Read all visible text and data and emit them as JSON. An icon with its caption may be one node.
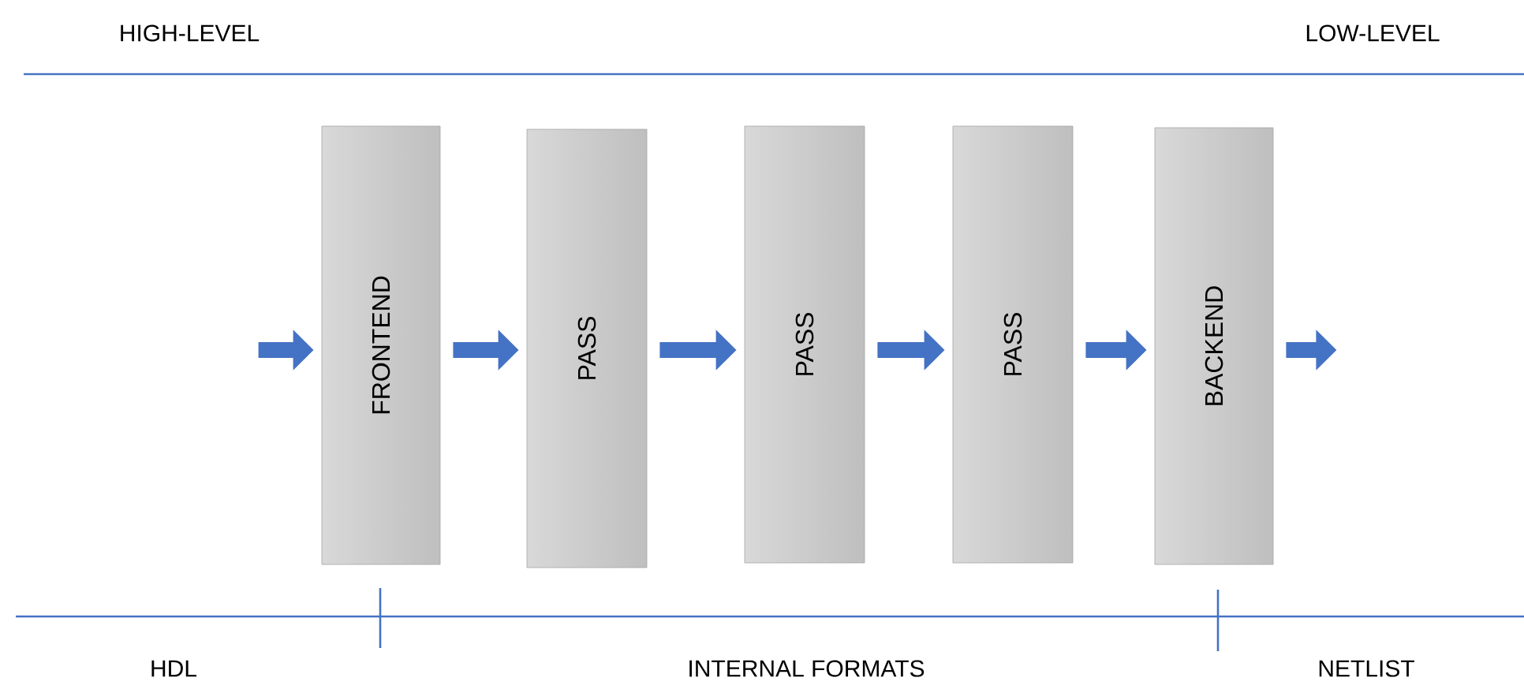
{
  "diagram": {
    "nodes": [
      {
        "text": [
          "FRONTEND"
        ]
      },
      {
        "text": [
          "PASS"
        ]
      },
      {
        "text": [
          "PASS"
        ]
      },
      {
        "text": [
          "PASS"
        ]
      },
      {
        "text": [
          "BACKEND"
        ]
      }
    ],
    "edges": [
      {
        "from": null,
        "to": 0,
        "arrow": "to"
      },
      {
        "from": 0,
        "to": 1,
        "arrow": "to"
      },
      {
        "from": 1,
        "to": 2,
        "arrow": "to"
      },
      {
        "from": 2,
        "to": 3,
        "arrow": "to"
      },
      {
        "from": 3,
        "to": 4,
        "arrow": "to"
      },
      {
        "from": 4,
        "to": null,
        "arrow": "to"
      }
    ],
    "labels": [
      "HIGH-LEVEL",
      "LOW-LEVEL",
      "HDL",
      "INTERNAL FORMATS",
      "NETLIST"
    ]
  }
}
